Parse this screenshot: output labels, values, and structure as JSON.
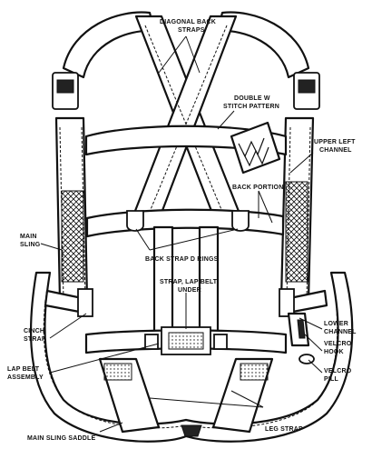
{
  "labels": {
    "diagonal_back_straps": [
      "DIAGONAL BACK",
      "STRAPS"
    ],
    "double_w_stitch": [
      "DOUBLE W",
      "STITCH PATTERN"
    ],
    "upper_left_channel": [
      "UPPER LEFT",
      "CHANNEL"
    ],
    "back_portion": "BACK PORTION",
    "main_sling": [
      "MAIN",
      "SLING"
    ],
    "back_strap_d_rings": "BACK STRAP D RINGS",
    "strap_lap_belt_under": [
      "STRAP, LAP BELT",
      "UNDER"
    ],
    "cinch_strap": [
      "CINCH",
      "STRAP"
    ],
    "lower_channel": [
      "LOWER",
      "CHANNEL"
    ],
    "velcro_hook": [
      "VELCRO",
      "HOOK"
    ],
    "lap_belt_assembly": [
      "LAP BELT",
      "ASSEMBLY"
    ],
    "velcro_pill": [
      "VELCRO",
      "PILL"
    ],
    "main_sling_saddle": "MAIN SLING SADDLE",
    "leg_strap": "LEG STRAP"
  },
  "colors": {
    "ink": "#111111",
    "paper": "#ffffff"
  }
}
